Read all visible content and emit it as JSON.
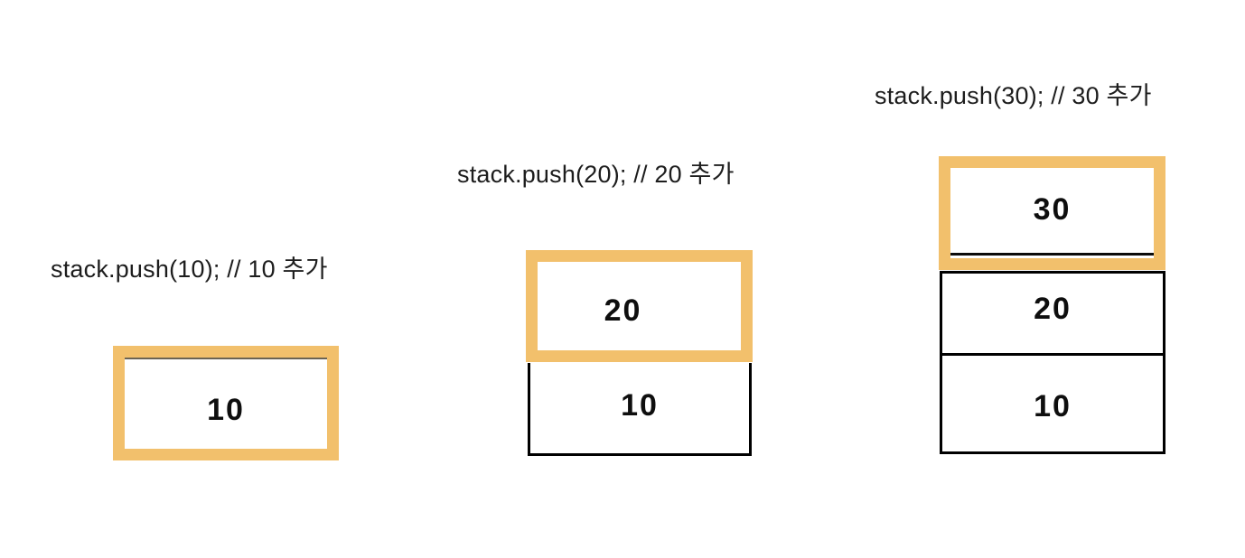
{
  "diagram": {
    "background_color": "#ffffff",
    "highlight_color": "#F2C06C",
    "box_border_color": "#000000",
    "label_text_color": "#1d1d1d"
  },
  "panels": [
    {
      "label": "stack.push(10); // 10 추가",
      "stack": [
        {
          "value": "10",
          "highlighted": true
        }
      ]
    },
    {
      "label": "stack.push(20); // 20 추가",
      "stack": [
        {
          "value": "20",
          "highlighted": true
        },
        {
          "value": "10",
          "highlighted": false
        }
      ]
    },
    {
      "label": "stack.push(30); // 30 추가",
      "stack": [
        {
          "value": "30",
          "highlighted": true
        },
        {
          "value": "20",
          "highlighted": false
        },
        {
          "value": "10",
          "highlighted": false
        }
      ]
    }
  ]
}
